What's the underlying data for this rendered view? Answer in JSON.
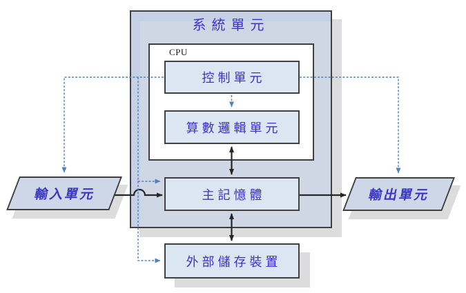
{
  "diagram": {
    "title": "系統單元",
    "cpu_label": "CPU",
    "nodes": {
      "control_unit": "控制單元",
      "alu": "算數邏輯單元",
      "main_memory": "主記憶體",
      "external_storage": "外部儲存裝置",
      "input_unit": "輸入單元",
      "output_unit": "輸出單元"
    },
    "colors": {
      "label_text": "#3a34c4",
      "system_unit_fill": "#c6d1e5",
      "node_fill": "#dce5f2",
      "cpu_fill": "#ffffff",
      "border": "#3f3f3f",
      "control_signal_dashed": "#4f81bd",
      "data_path_solid": "#262626",
      "shadow": "#dcdcdc"
    }
  }
}
